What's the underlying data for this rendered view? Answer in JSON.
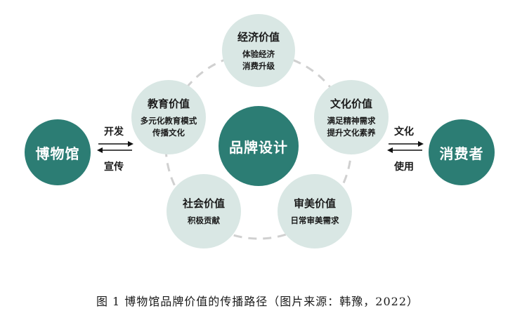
{
  "nodes": {
    "museum": "博物馆",
    "consumer": "消费者",
    "center": "品牌设计",
    "economic": {
      "title": "经济价值",
      "lines": [
        "体验经济",
        "消费升级"
      ]
    },
    "education": {
      "title": "教育价值",
      "lines": [
        "多元化教育模式",
        "传播文化"
      ]
    },
    "culture": {
      "title": "文化价值",
      "lines": [
        "满足精神需求",
        "提升文化素养"
      ]
    },
    "social": {
      "title": "社会价值",
      "lines": [
        "积极贡献"
      ]
    },
    "aesthetic": {
      "title": "审美价值",
      "lines": [
        "日常审美需求"
      ]
    }
  },
  "flows": {
    "left_top": "开发",
    "left_bottom": "宣传",
    "right_top": "文化",
    "right_bottom": "使用"
  },
  "caption": "图 1 博物馆品牌价值的传播路径（图片来源：韩豫，2022）",
  "colors": {
    "dark_node": "#2c7d74",
    "light_node": "#d9e7e4",
    "ring": "#cfcfcf"
  }
}
